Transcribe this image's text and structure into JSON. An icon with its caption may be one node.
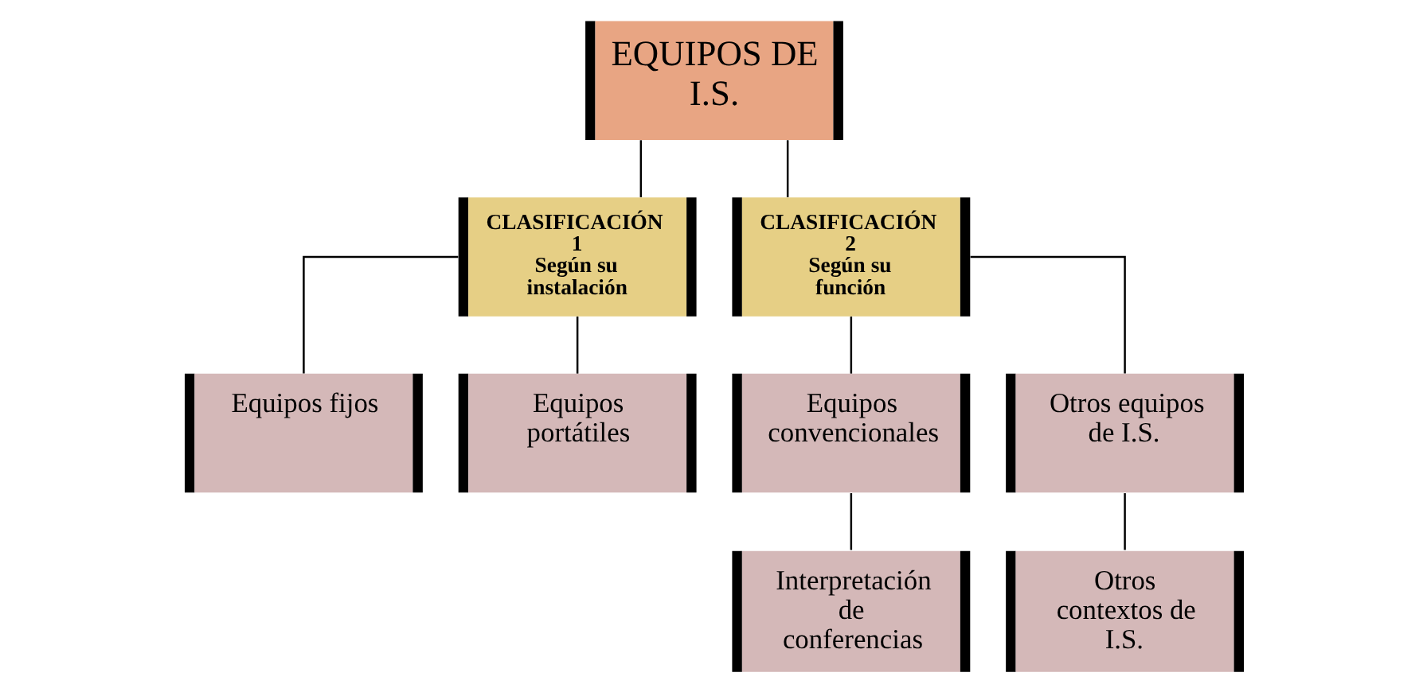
{
  "diagram": {
    "nodes": [
      {
        "text": [
          "EQUIPOS DE I.S."
        ]
      },
      {
        "text": [
          "CLASIFICACIÓN 1",
          "Según su instalación"
        ]
      },
      {
        "text": [
          "CLASIFICACIÓN 2",
          "Según su función"
        ]
      },
      {
        "text": [
          "Equipos fijos"
        ]
      },
      {
        "text": [
          "Equipos portátiles"
        ]
      },
      {
        "text": [
          "Equipos convencionales"
        ]
      },
      {
        "text": [
          "Otros equipos de I.S."
        ]
      },
      {
        "text": [
          "Interpretación de conferencias"
        ]
      },
      {
        "text": [
          "Otros contextos de I.S."
        ]
      }
    ],
    "edges": [
      {
        "from": 0,
        "to": 1,
        "arrow": "none"
      },
      {
        "from": 0,
        "to": 2,
        "arrow": "none"
      },
      {
        "from": 1,
        "to": 3,
        "arrow": "none"
      },
      {
        "from": 1,
        "to": 4,
        "arrow": "none"
      },
      {
        "from": 2,
        "to": 5,
        "arrow": "none"
      },
      {
        "from": 2,
        "to": 6,
        "arrow": "none"
      },
      {
        "from": 5,
        "to": 7,
        "arrow": "none"
      },
      {
        "from": 6,
        "to": 8,
        "arrow": "none"
      }
    ]
  }
}
